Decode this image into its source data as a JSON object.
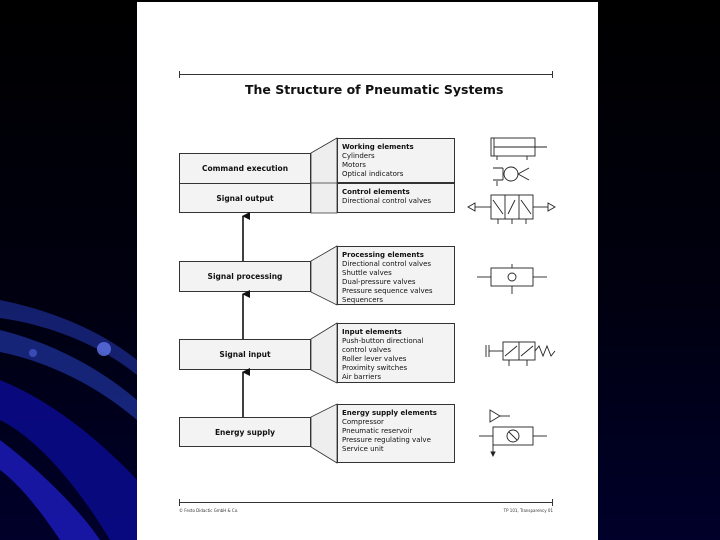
{
  "title": "The Structure of Pneumatic Systems",
  "levels": [
    {
      "name": "Command execution"
    },
    {
      "name": "Signal output"
    },
    {
      "name": "Signal processing"
    },
    {
      "name": "Signal input"
    },
    {
      "name": "Energy supply"
    }
  ],
  "elements": [
    {
      "heading": "Working elements",
      "items": [
        "Cylinders",
        "Motors",
        "Optical indicators"
      ]
    },
    {
      "heading": "Control elements",
      "items": [
        "Directional control valves"
      ]
    },
    {
      "heading": "Processing elements",
      "items": [
        "Directional control valves",
        "Shuttle valves",
        "Dual-pressure valves",
        "Pressure sequence valves",
        "Sequencers"
      ]
    },
    {
      "heading": "Input elements",
      "items": [
        "Push-button directional",
        "control valves",
        "Roller lever valves",
        "Proximity switches",
        "Air barriers"
      ]
    },
    {
      "heading": "Energy supply elements",
      "items": [
        "Compressor",
        "Pneumatic reservoir",
        "Pressure regulating valve",
        "Service unit"
      ]
    }
  ],
  "footer": {
    "left": "© Festo Didactic GmbH & Co.",
    "right": "TP 101, Transparency 01"
  }
}
